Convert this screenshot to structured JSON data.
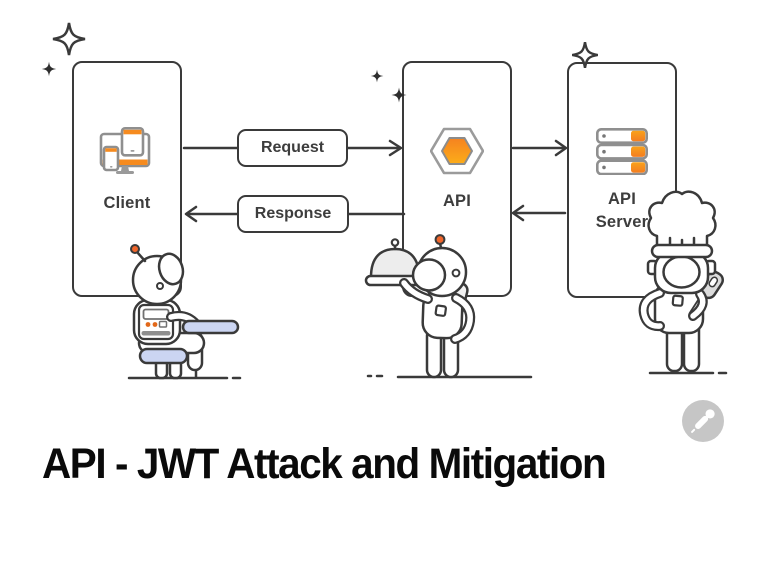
{
  "title": {
    "text": "API - JWT Attack and Mitigation"
  },
  "diagram": {
    "nodes": [
      {
        "id": "client",
        "label": "Client",
        "icon": "client-devices-icon"
      },
      {
        "id": "api",
        "label": "API",
        "icon": "api-hexagon-icon"
      },
      {
        "id": "api-server",
        "label": "API Server",
        "icon": "server-rack-icon"
      }
    ],
    "flows": [
      {
        "label": "Request",
        "from": "Client",
        "to": "API",
        "direction": "right"
      },
      {
        "label": "Response",
        "from": "API",
        "to": "Client",
        "direction": "left"
      },
      {
        "from": "API",
        "to": "API Server",
        "direction": "right"
      },
      {
        "from": "API Server",
        "to": "API",
        "direction": "left"
      }
    ],
    "characters": [
      {
        "name": "robot-sitting-at-desk",
        "location": "Client"
      },
      {
        "name": "robot-waiter-with-cloche",
        "location": "API"
      },
      {
        "name": "robot-chef-with-spatula",
        "location": "API Server"
      }
    ],
    "decorations": [
      "sparkle-star-outline",
      "sparkle-star-filled"
    ]
  },
  "watermark": {
    "icon": "postman-logo-icon"
  },
  "colors": {
    "background": "#FFFFFF",
    "outline": "#3A3A3A",
    "accent_orange": "#F68B1F",
    "orange_gradient_top": "#F58220",
    "orange_gradient_bottom": "#FCAD19",
    "lavender": "#CBD5F2",
    "label_text": "#3D3D3D",
    "title_text": "#0A0A0A",
    "watermark_gray": "#C6C6C6"
  }
}
